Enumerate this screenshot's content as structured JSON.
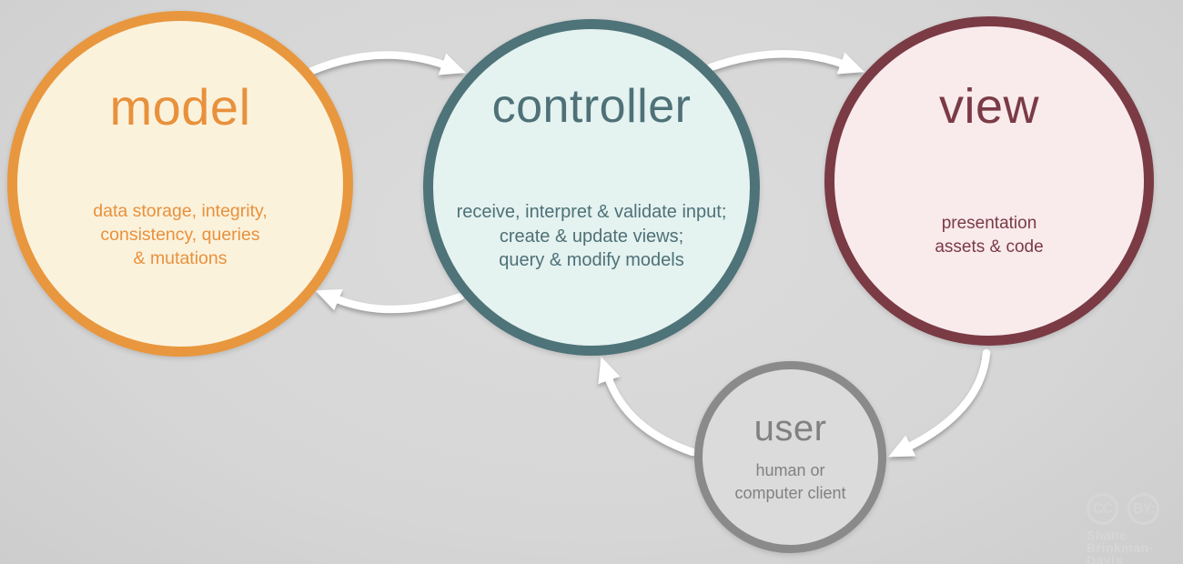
{
  "canvas": {
    "background_center": "#dcdcdc",
    "background_edge": "#cdcdcd"
  },
  "nodes": [
    {
      "id": "model",
      "title": "model",
      "body": "data storage, integrity,\nconsistency, queries\n& mutations",
      "border_color": "#e8973e",
      "fill_color": "#fbf2dc",
      "text_color": "#e8913c"
    },
    {
      "id": "controller",
      "title": "controller",
      "body": "receive, interpret & validate input;\ncreate & update views;\nquery & modify models",
      "border_color": "#4e7378",
      "fill_color": "#e4f2f0",
      "text_color": "#4e7177"
    },
    {
      "id": "view",
      "title": "view",
      "body": "presentation\nassets & code",
      "border_color": "#7a3b45",
      "fill_color": "#f9eaec",
      "text_color": "#7a3b45"
    },
    {
      "id": "user",
      "title": "user",
      "body": "human or\ncomputer client",
      "border_color": "#8a8a8a",
      "fill_color": "#dbdbdb",
      "text_color": "#818181"
    }
  ],
  "arrows": {
    "color": "#ffffff",
    "flows": [
      {
        "from": "model",
        "to": "controller"
      },
      {
        "from": "controller",
        "to": "view"
      },
      {
        "from": "controller",
        "to": "model"
      },
      {
        "from": "view",
        "to": "user"
      },
      {
        "from": "user",
        "to": "controller"
      }
    ]
  },
  "watermark": {
    "cc_label": "CC",
    "by_label": "BY:",
    "author_line1": "Shane",
    "author_line2": "Brinkman-Davis",
    "color": "#d6d6d6"
  }
}
